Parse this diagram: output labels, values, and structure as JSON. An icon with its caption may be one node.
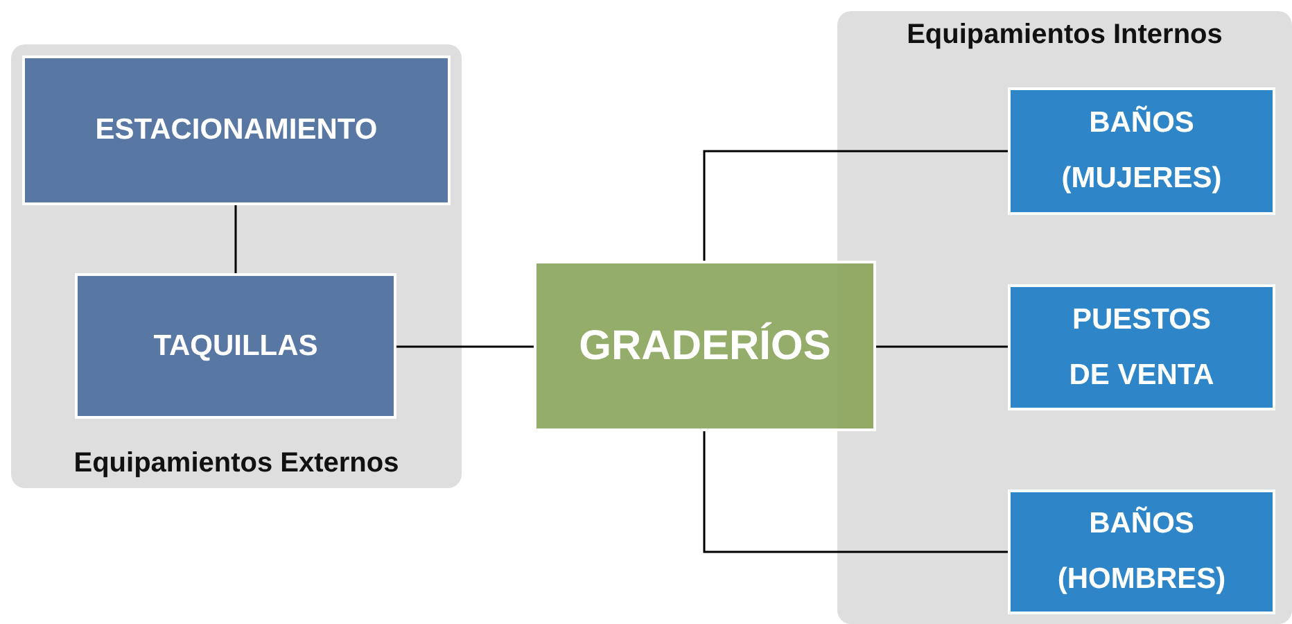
{
  "diagram": {
    "nodes": [
      {
        "text": [
          "Equipamientos Externos"
        ]
      },
      {
        "text": [
          "ESTACIONAMIENTO"
        ],
        "in": 0
      },
      {
        "text": [
          "TAQUILLAS"
        ],
        "in": 0
      },
      {
        "text": [
          "Equipamientos Internos"
        ]
      },
      {
        "text": [
          "GRADERÍOS"
        ]
      },
      {
        "text": [
          "BAÑOS (MUJERES)"
        ],
        "in": 3
      },
      {
        "text": [
          "PUESTOS DE VENTA"
        ],
        "in": 3
      },
      {
        "text": [
          "BAÑOS (HOMBRES)"
        ],
        "in": 3
      }
    ],
    "edges": [
      {
        "from": 1,
        "to": 2,
        "arrow": "none"
      },
      {
        "from": 2,
        "to": 4,
        "arrow": "none"
      },
      {
        "from": 4,
        "to": 5,
        "arrow": "none"
      },
      {
        "from": 4,
        "to": 6,
        "arrow": "none"
      },
      {
        "from": 4,
        "to": 7,
        "arrow": "none"
      }
    ]
  }
}
